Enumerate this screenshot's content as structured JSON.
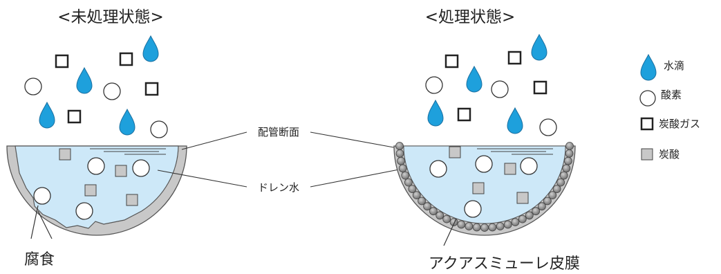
{
  "titles": {
    "untreated": "<未処理状態>",
    "treated": "<処理状態>"
  },
  "center_labels": {
    "pipe_section": "配管断面",
    "drain_water": "ドレン水"
  },
  "bottom_labels": {
    "corrosion": "腐食",
    "film": "アクアスミューレ皮膜"
  },
  "legend": {
    "items": [
      {
        "icon": "water-drop-icon",
        "label": "水滴"
      },
      {
        "icon": "oxygen-circle-icon",
        "label": "酸素"
      },
      {
        "icon": "co2-square-icon",
        "label": "炭酸ガス"
      },
      {
        "icon": "carbonic-acid-square-icon",
        "label": "炭酸"
      }
    ]
  },
  "colors": {
    "water_drop": "#1ea0dc",
    "drain_water": "#cde8f8",
    "pipe_wall": "#c8c8c8",
    "carbonic_acid": "#c8c8c8",
    "film_bead": "#888888"
  }
}
